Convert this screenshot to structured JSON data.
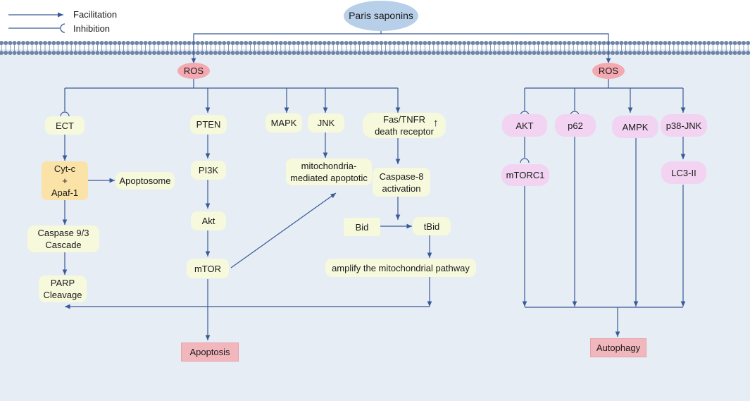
{
  "colors": {
    "background": "#ffffff",
    "cytoplasm": "#e6edf4",
    "membrane": "#6e85a8",
    "arrow": "#3a5a96",
    "node_yellow": "#f6f9dc",
    "node_pink": "#f2d3f2",
    "ros": "#f4a8b0",
    "cytc": "#fbe3a8",
    "outcome": "#f2b7bd",
    "drug": "#b7cfe8"
  },
  "legend": {
    "facilitation": "Facilitation",
    "inhibition": "Inhibition"
  },
  "drug": "Paris saponins",
  "nodes": {
    "ros_left": "ROS",
    "ros_right": "ROS",
    "ect": "ECT",
    "cytc_line1": "Cyt-c",
    "cytc_line2": "+",
    "cytc_line3": "Apaf-1",
    "apoptosome": "Apoptosome",
    "caspase93_line1": "Caspase 9/3",
    "caspase93_line2": "Cascade",
    "parp_line1": "PARP",
    "parp_line2": "Cleavage",
    "pten": "PTEN",
    "pi3k": "PI3K",
    "akt_left": "Akt",
    "mtor": "mTOR",
    "mapk": "MAPK",
    "jnk": "JNK",
    "mito_line1": "mitochondria-",
    "mito_line2": "mediated apoptotic",
    "fas_line1": "Fas/TNFR",
    "fas_line2": "death receptor",
    "fas_up_arrow": "↑",
    "casp8_line1": "Caspase-8",
    "casp8_line2": "activation",
    "bid": "Bid",
    "tbid": "tBid",
    "amplify": "amplify the mitochondrial pathway",
    "apoptosis": "Apoptosis",
    "akt_right": "AKT",
    "mtorc1": "mTORC1",
    "p62": "p62",
    "ampk": "AMPK",
    "p38jnk": "p38-JNK",
    "lc3": "LC3-II",
    "autophagy": "Autophagy"
  }
}
